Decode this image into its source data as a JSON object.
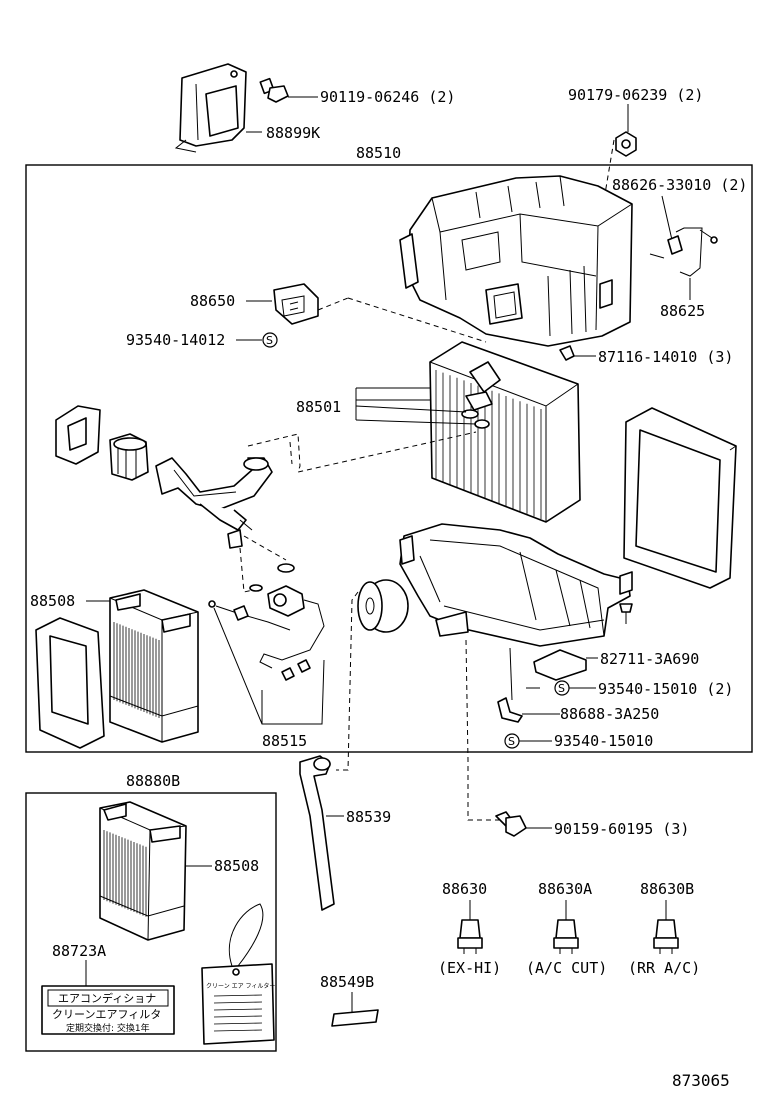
{
  "part_numbers": {
    "bolt_top": "90119-06246 (2)",
    "bracket_top": "88899K",
    "nut_top": "90179-06239 (2)",
    "unit_assy": "88510",
    "sensor_clamp": "88626-33010 (2)",
    "sensor_wire": "88625",
    "relay_88650": "88650",
    "screw_93540_14012": "93540-14012",
    "clip_87116": "87116-14010 (3)",
    "evaporator": "88501",
    "filter_88508_a": "88508",
    "plate_82711": "82711-3A690",
    "screw_93540_15010_2": "93540-15010 (2)",
    "bracket_88688": "88688-3A250",
    "screw_93540_15010": "93540-15010",
    "expansion_valve": "88515",
    "filter_set": "88880B",
    "drain_hose": "88539",
    "bolt_90159": "90159-60195 (3)",
    "filter_88508_b": "88508",
    "label_88723A": "88723A",
    "switch_88630": "88630",
    "switch_88630A": "88630A",
    "switch_88630B": "88630B",
    "switch_88630_note": "(EX-HI)",
    "switch_88630A_note": "(A/C CUT)",
    "switch_88630B_note": "(RR A/C)",
    "label_88549B": "88549B",
    "diagram_number": "873065"
  },
  "label_card": {
    "line1": "エアコンディショナ",
    "line2": "クリーンエアフィルタ",
    "line3": "定期交換付: 交換1年"
  },
  "tag_card": {
    "title": "クリーン エア フィルター"
  },
  "callout": "S"
}
